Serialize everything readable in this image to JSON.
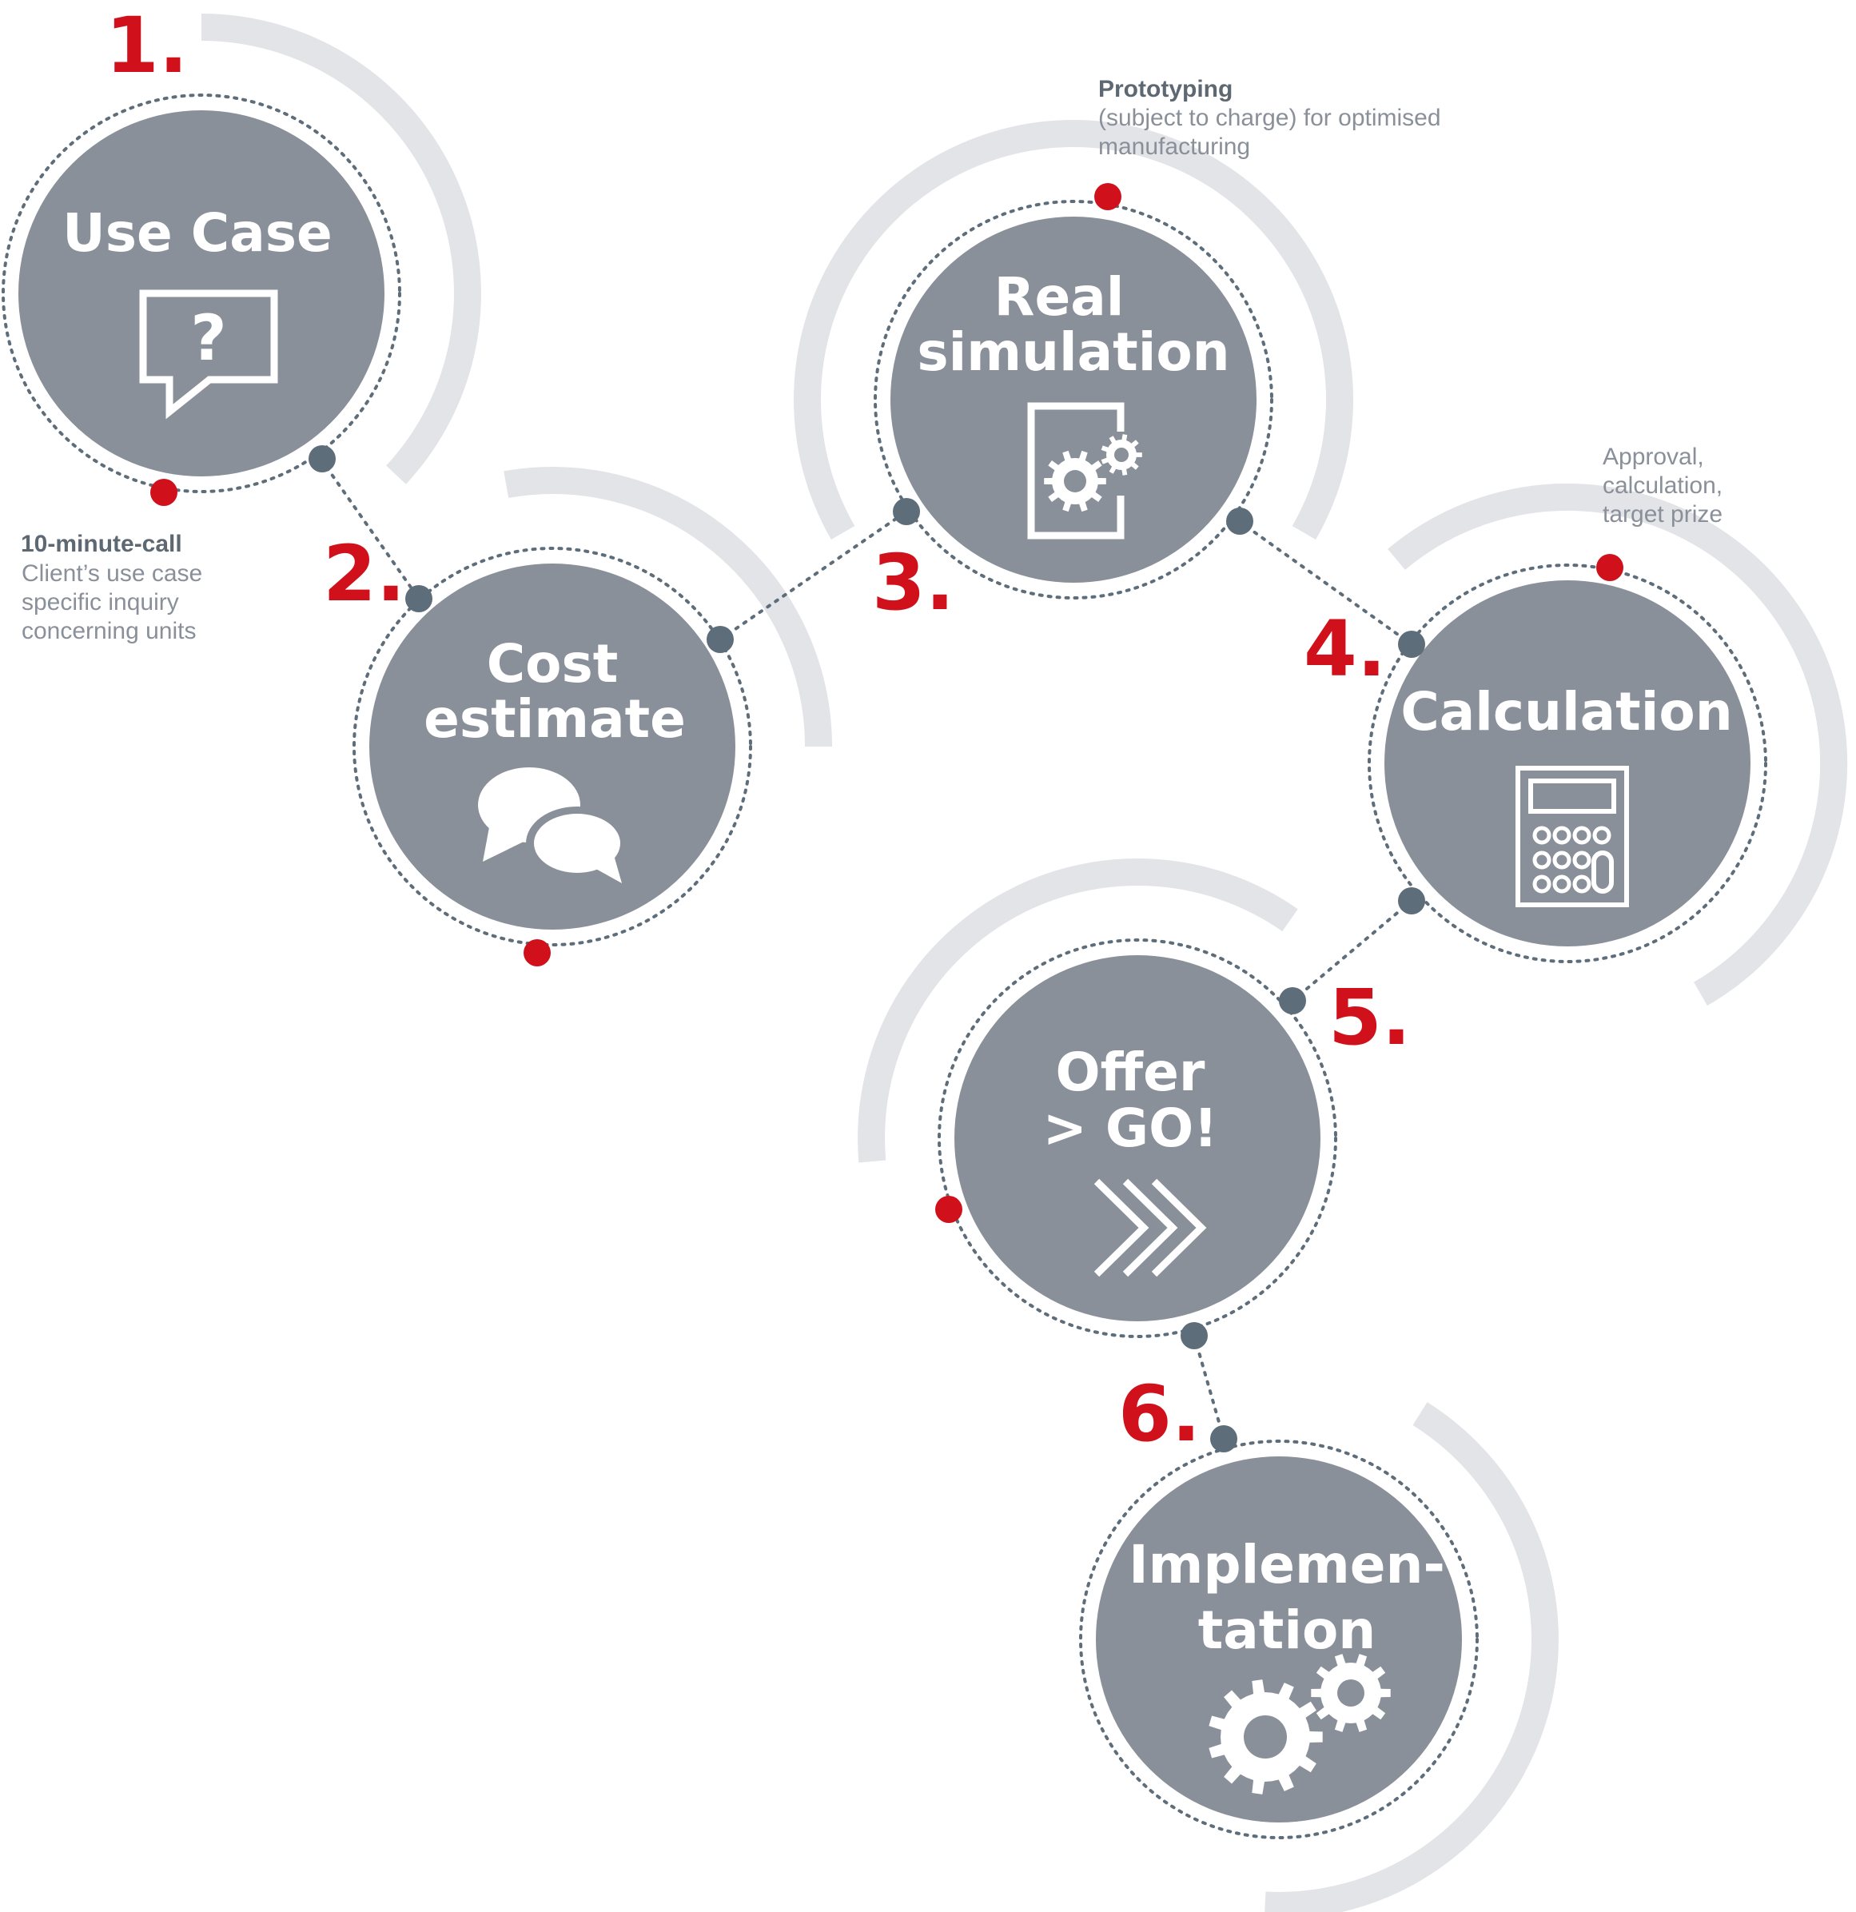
{
  "colors": {
    "circle_fill": "#8a9099",
    "arc": "#e3e4e8",
    "accent_red": "#d0111b",
    "connector_dot": "#5e6d7a",
    "dotted_line": "#5e6d7a",
    "icon": "#ffffff"
  },
  "steps": [
    {
      "number": "1.",
      "title_lines": [
        "Use Case"
      ],
      "icon": "question-bubble-icon"
    },
    {
      "number": "2.",
      "title_lines": [
        "Cost",
        "estimate"
      ],
      "icon": "chat-bubbles-icon"
    },
    {
      "number": "3.",
      "title_lines": [
        "Real",
        "simulation"
      ],
      "icon": "document-gears-icon"
    },
    {
      "number": "4.",
      "title_lines": [
        "Calculation"
      ],
      "icon": "calculator-icon"
    },
    {
      "number": "5.",
      "title_lines": [
        "Offer",
        "> GO!"
      ],
      "icon": "chevrons-right-icon"
    },
    {
      "number": "6.",
      "title_lines": [
        "Implemen-",
        "tation"
      ],
      "icon": "gears-icon"
    }
  ],
  "annotations": [
    {
      "heading": "10-minute-call",
      "lines": [
        "Client’s use case",
        "specific inquiry",
        "concerning units"
      ]
    },
    {
      "heading": "Prototyping",
      "lines": [
        "(subject to charge) for optimised",
        "manufacturing"
      ]
    },
    {
      "heading": "",
      "lines": [
        "Approval,",
        "calculation,",
        "target prize"
      ]
    }
  ]
}
